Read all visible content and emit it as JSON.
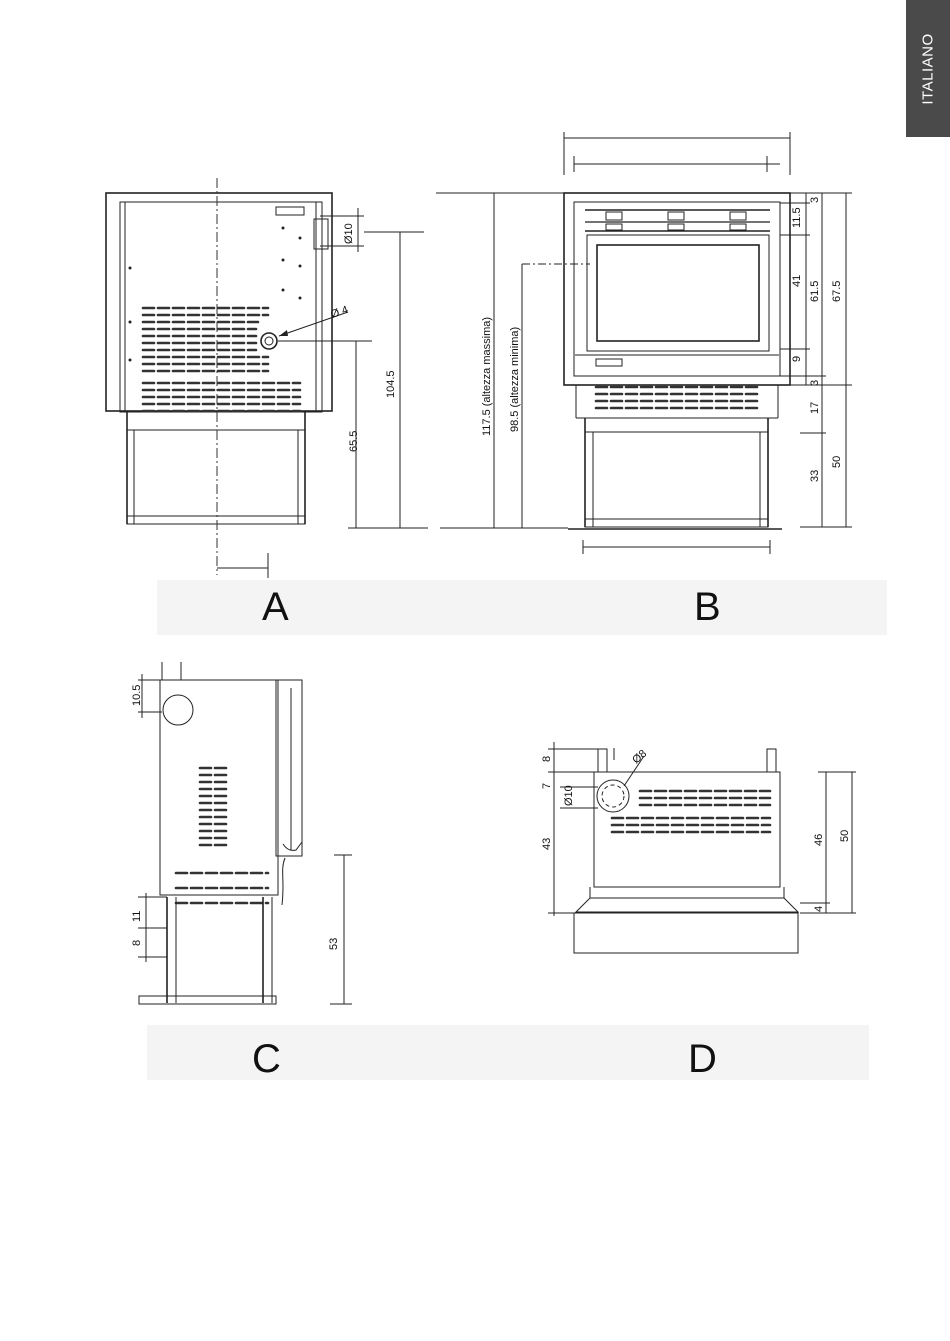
{
  "language_tab": "ITALIANO",
  "views": {
    "a": {
      "letter": "A",
      "dimensions": {
        "flue_diameter": "Ø10",
        "pipe_diameter": "Ø 4",
        "total_height": "104.5",
        "pipe_height": "65.5"
      }
    },
    "b": {
      "letter": "B",
      "dimensions": {
        "max_height": "117.5 (altezza massima)",
        "min_height": "98.5 (altezza minima)",
        "top_frame": "3",
        "upper_panel": "11.5",
        "glass": "41",
        "glass_section": "61.5",
        "total_upper": "67.5",
        "lower_panel": "9",
        "bottom_frame": "3",
        "vent_band": "17",
        "stand": "33",
        "base_total": "50"
      }
    },
    "c": {
      "letter": "C",
      "dimensions": {
        "flue_offset": "10.5",
        "leg_offset_1": "11",
        "leg_offset_2": "8",
        "leg_height": "53"
      }
    },
    "d": {
      "letter": "D",
      "dimensions": {
        "top_margin": "8",
        "flue_offset": "7",
        "flue_diameter": "Ø10",
        "hole_diameter": "Ø8",
        "body_height": "43",
        "inner_height": "46",
        "total_height": "50",
        "base": "4"
      }
    }
  }
}
